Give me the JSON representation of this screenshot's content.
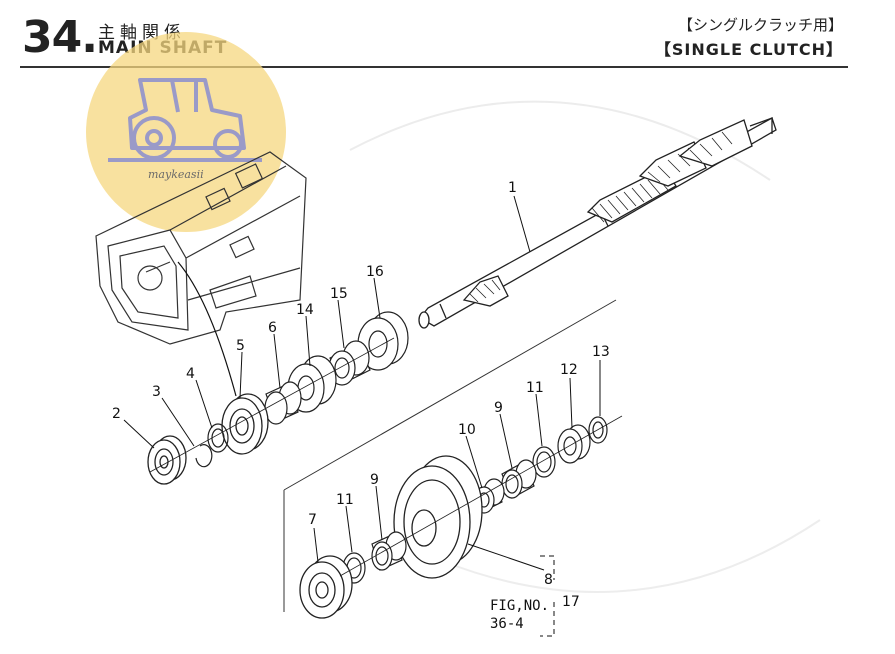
{
  "header": {
    "section_number": "34.",
    "title_jp": "主軸関係",
    "title_en": "MAIN SHAFT",
    "variant_jp": "【シングルクラッチ用】",
    "variant_en": "【SINGLE CLUTCH】"
  },
  "watermark": {
    "brand_text": "maykeasii",
    "color": "#f5d57a"
  },
  "callouts": [
    {
      "label": "1"
    },
    {
      "label": "2"
    },
    {
      "label": "3"
    },
    {
      "label": "4"
    },
    {
      "label": "5"
    },
    {
      "label": "6"
    },
    {
      "label": "14"
    },
    {
      "label": "15"
    },
    {
      "label": "16"
    },
    {
      "label": "7"
    },
    {
      "label": "11"
    },
    {
      "label": "9"
    },
    {
      "label": "10"
    },
    {
      "label": "9"
    },
    {
      "label": "11"
    },
    {
      "label": "12"
    },
    {
      "label": "13"
    },
    {
      "label": "8"
    },
    {
      "label": "17"
    }
  ],
  "figure_reference": {
    "line1": "FIG,NO.",
    "line2": "36-4"
  }
}
